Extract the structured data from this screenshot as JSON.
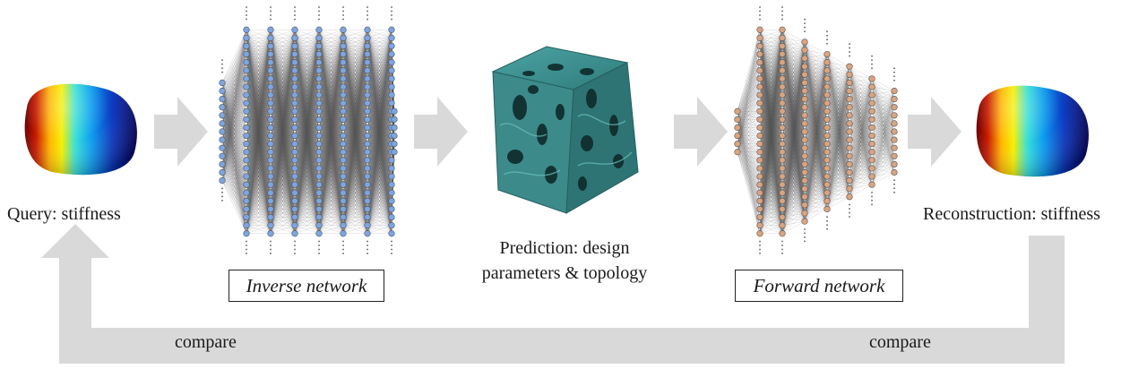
{
  "labels": {
    "query": "Query: stiffness",
    "prediction_line1": "Prediction: design",
    "prediction_line2": "parameters & topology",
    "reconstruction": "Reconstruction: stiffness",
    "compare_left": "compare",
    "compare_right": "compare"
  },
  "networks": {
    "inverse": {
      "label": "Inverse network",
      "layer_sizes": [
        13,
        26,
        26,
        26,
        26,
        26,
        26,
        26,
        6
      ]
    },
    "forward": {
      "label": "Forward network",
      "layer_sizes": [
        6,
        26,
        26,
        23,
        20,
        17,
        14,
        11
      ]
    }
  },
  "colors": {
    "inverse_node": "#7aa6e6",
    "forward_node": "#dba37f",
    "arrow": "#d9d9d9",
    "cube": "#3c8a8a"
  }
}
